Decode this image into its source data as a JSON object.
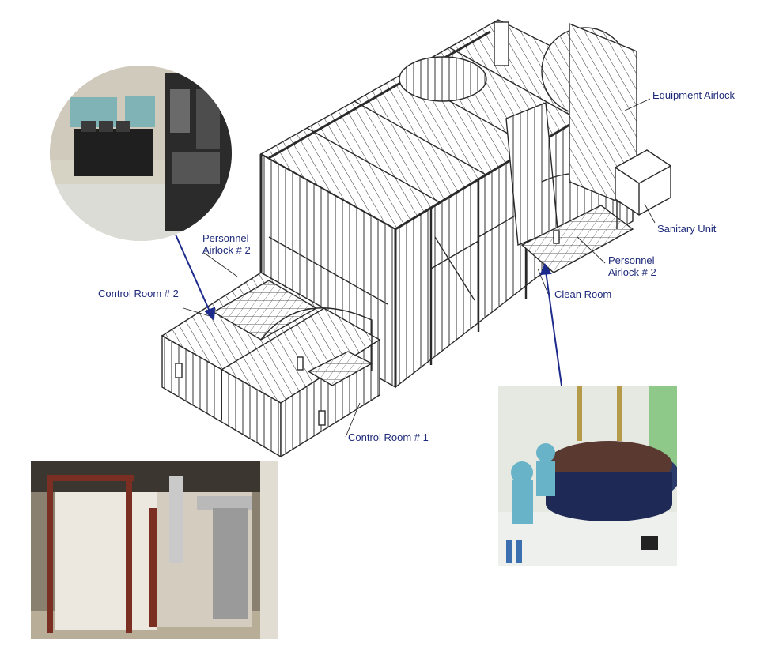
{
  "diagram": {
    "labels": {
      "equipment_airlock": "Equipment Airlock",
      "sanitary_unit": "Sanitary Unit",
      "personnel_airlock_right_line1": "Personnel",
      "personnel_airlock_right_line2": "Airlock # 2",
      "clean_room": "Clean Room",
      "personnel_airlock_left_line1": "Personnel",
      "personnel_airlock_left_line2": "Airlock # 2",
      "control_room_2": "Control Room # 2",
      "control_room_1": "Control Room # 1"
    },
    "colors": {
      "label_text": "#1e2a7a",
      "arrow": "#1c2a8c",
      "line_art": "#2a2a2a"
    }
  }
}
